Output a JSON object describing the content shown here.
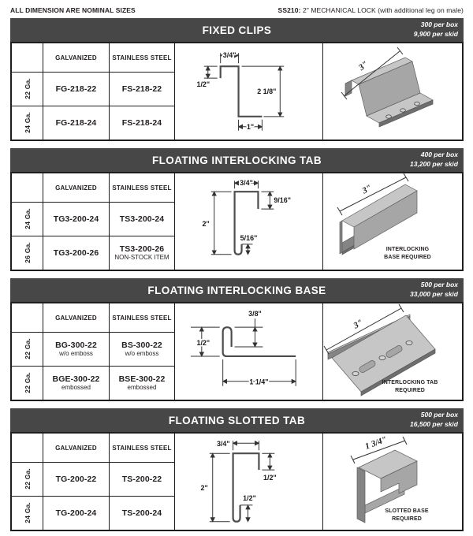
{
  "page": {
    "note_left": "ALL DIMENSION ARE NOMINAL SIZES",
    "product_code": "SS210:",
    "product_desc": " 2\" MECHANICAL LOCK (with additional leg on male)"
  },
  "columns": {
    "galvanized": "GALVANIZED",
    "stainless": "STAINLESS STEEL"
  },
  "colors": {
    "header_bar": "#474747",
    "border": "#1e1e1e",
    "metal_light": "#c6c6c6",
    "metal_mid": "#a6a6a6",
    "metal_dark": "#848484"
  },
  "sections": [
    {
      "title": "FIXED CLIPS",
      "per_box": "300 per box",
      "per_skid": "9,900 per skid",
      "rows": [
        {
          "gauge": "22 Ga.",
          "galv": "FG-218-22",
          "galv_note": "",
          "ss": "FS-218-22",
          "ss_note": ""
        },
        {
          "gauge": "24 Ga.",
          "galv": "FG-218-24",
          "galv_note": "",
          "ss": "FS-218-24",
          "ss_note": ""
        }
      ],
      "diagram": {
        "top": "3/4\"",
        "left": "1/2\"",
        "right": "2 1/8\"",
        "bottom": "1\""
      },
      "render": {
        "dim": "3\"",
        "note1": "",
        "note2": ""
      }
    },
    {
      "title": "FLOATING INTERLOCKING TAB",
      "per_box": "400 per box",
      "per_skid": "13,200 per skid",
      "rows": [
        {
          "gauge": "24 Ga.",
          "galv": "TG3-200-24",
          "galv_note": "",
          "ss": "TS3-200-24",
          "ss_note": ""
        },
        {
          "gauge": "26 Ga.",
          "galv": "TG3-200-26",
          "galv_note": "",
          "ss": "TS3-200-26",
          "ss_note": "NON-STOCK ITEM"
        }
      ],
      "diagram": {
        "top": "3/4\"",
        "left": "2\"",
        "right": "9/16\"",
        "hook": "5/16\""
      },
      "render": {
        "dim": "3\"",
        "note1": "INTERLOCKING",
        "note2": "BASE REQUIRED"
      }
    },
    {
      "title": "FLOATING INTERLOCKING BASE",
      "per_box": "500 per box",
      "per_skid": "33,000 per skid",
      "rows": [
        {
          "gauge": "22 Ga.",
          "galv": "BG-300-22",
          "galv_note": "w/o emboss",
          "ss": "BS-300-22",
          "ss_note": "w/o emboss"
        },
        {
          "gauge": "22 Ga.",
          "galv": "BGE-300-22",
          "galv_note": "embossed",
          "ss": "BSE-300-22",
          "ss_note": "embossed"
        }
      ],
      "diagram": {
        "top": "3/8\"",
        "left": "1/2\"",
        "bottom": "1 1/4\""
      },
      "render": {
        "dim": "3\"",
        "note1": "INTERLOCKING TAB",
        "note2": "REQUIRED"
      }
    },
    {
      "title": "FLOATING SLOTTED TAB",
      "per_box": "500 per box",
      "per_skid": "16,500 per skid",
      "rows": [
        {
          "gauge": "22 Ga.",
          "galv": "TG-200-22",
          "galv_note": "",
          "ss": "TS-200-22",
          "ss_note": ""
        },
        {
          "gauge": "24 Ga.",
          "galv": "TG-200-24",
          "galv_note": "",
          "ss": "TS-200-24",
          "ss_note": ""
        }
      ],
      "diagram": {
        "top": "3/4\"",
        "left": "2\"",
        "right": "1/2\"",
        "hook": "1/2\""
      },
      "render": {
        "dim": "1 3/4\"",
        "note1": "SLOTTED BASE",
        "note2": "REQUIRED"
      }
    }
  ]
}
